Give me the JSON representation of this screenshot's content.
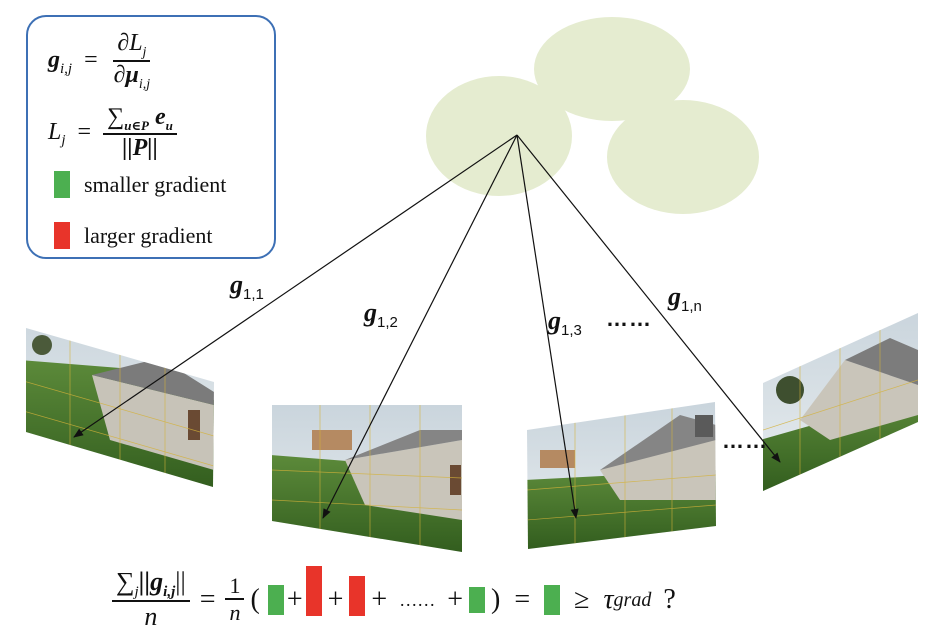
{
  "legend": {
    "g_symbol": "g",
    "g_sub": "i,j",
    "eq1_num": "∂L",
    "eq1_num_sub": "j",
    "eq1_den": "∂μ",
    "eq1_den_sub": "i,j",
    "eq2_lhs": "L",
    "eq2_lhs_sub": "j",
    "eq2_num": "∑",
    "eq2_num_sub": "u∈P",
    "eq2_num_e": "e",
    "eq2_num_e_sub": "u",
    "eq2_den": "||P||",
    "smaller_label": "smaller gradient",
    "larger_label": "larger gradient"
  },
  "colors": {
    "green": "#4caf50",
    "red": "#e8342a",
    "legend_border": "#3d70b5",
    "cloud": "#e5ecd0"
  },
  "gradients": [
    {
      "symbol": "g",
      "sub": "1,1"
    },
    {
      "symbol": "g",
      "sub": "1,2"
    },
    {
      "symbol": "g",
      "sub": "1,3"
    },
    {
      "symbol": "g",
      "sub": "1,n"
    }
  ],
  "ellipsis_top": "……",
  "ellipsis_images": "……",
  "formula": {
    "lhs_num": "∑",
    "lhs_num_sub": "j",
    "lhs_norm": "||g",
    "lhs_norm_sub": "i,j",
    "lhs_norm_end": "||",
    "lhs_den": "n",
    "eq": "=",
    "one": "1",
    "n": "n",
    "open": "(",
    "plus": "+",
    "mid_dots": "……",
    "close": ")",
    "eq2": "=",
    "geq": "≥",
    "tau": "τ",
    "tau_sub": "grad",
    "question": "?"
  }
}
